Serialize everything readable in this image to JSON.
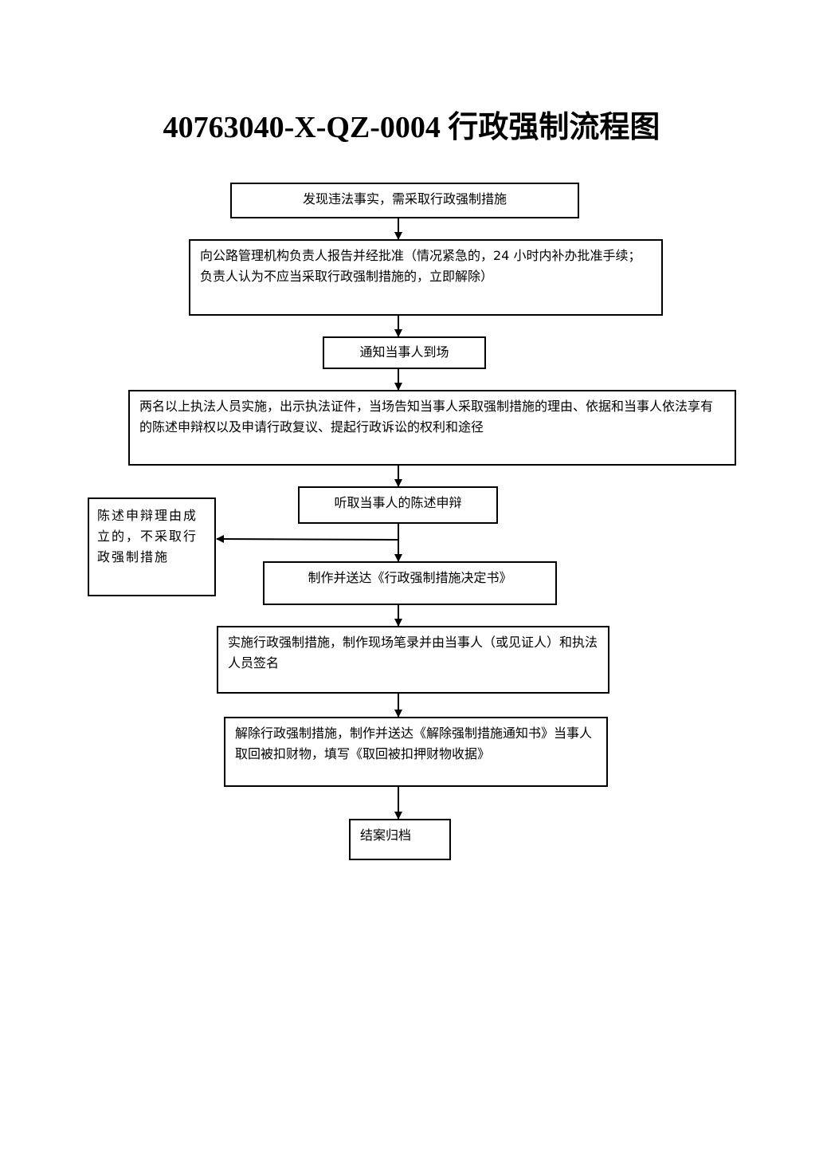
{
  "title": "40763040-X-QZ-0004 行政强制流程图",
  "steps": {
    "s1": "发现违法事实，需采取行政强制措施",
    "s2": "向公路管理机构负责人报告并经批准（情况紧急的，24 小时内补办批准手续；负责人认为不应当采取行政强制措施的，立即解除）",
    "s3": "通知当事人到场",
    "s4": "两名以上执法人员实施，出示执法证件，当场告知当事人采取强制措施的理由、依据和当事人依法享有的陈述申辩权以及申请行政复议、提起行政诉讼的权利和途径",
    "s5": "听取当事人的陈述申辩",
    "side": "陈述申辩理由成立的，不采取行政强制措施",
    "s6": "制作并送达《行政强制措施决定书》",
    "s7": "实施行政强制措施，制作现场笔录并由当事人（或见证人）和执法人员签名",
    "s8": "解除行政强制措施，制作并送达《解除强制措施通知书》当事人取回被扣财物，填写《取回被扣押财物收据》",
    "s9": "结案归档"
  }
}
